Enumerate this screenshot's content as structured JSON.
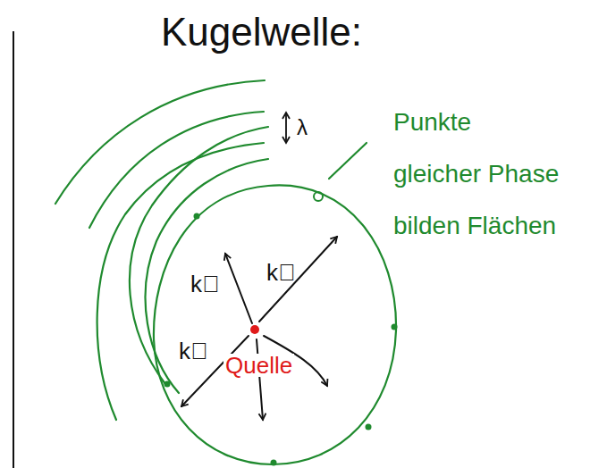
{
  "diagram": {
    "title": "Kugelwelle:",
    "labels": [
      "λ",
      "Punkte gleicher Phase bilden Flächen",
      "k⃗",
      "k⃗",
      "k⃗",
      "Quelle"
    ]
  }
}
